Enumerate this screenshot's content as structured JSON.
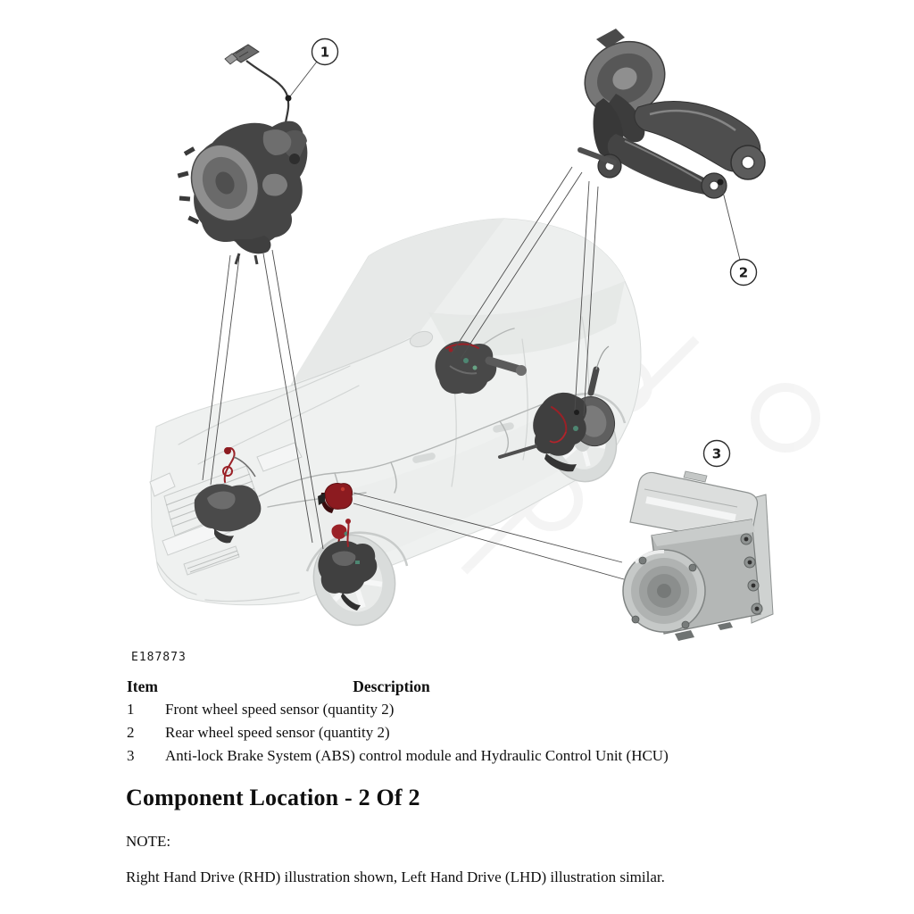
{
  "figure": {
    "code": "E187873",
    "callouts": [
      {
        "number": "1",
        "target": "front-wheel-speed-sensor-detail"
      },
      {
        "number": "2",
        "target": "rear-wheel-speed-sensor-detail"
      },
      {
        "number": "3",
        "target": "abs-control-module-detail"
      }
    ]
  },
  "table": {
    "headers": {
      "item": "Item",
      "description": "Description"
    },
    "rows": [
      {
        "item": "1",
        "description": "Front wheel speed sensor (quantity 2)"
      },
      {
        "item": "2",
        "description": "Rear wheel speed sensor (quantity 2)"
      },
      {
        "item": "3",
        "description": "Anti-lock Brake System (ABS) control module and Hydraulic Control Unit (HCU)"
      }
    ]
  },
  "heading": "Component Location - 2 Of 2",
  "note": {
    "label": "NOTE:",
    "text": "Right Hand Drive (RHD) illustration shown, Left Hand Drive (LHD) illustration similar."
  }
}
